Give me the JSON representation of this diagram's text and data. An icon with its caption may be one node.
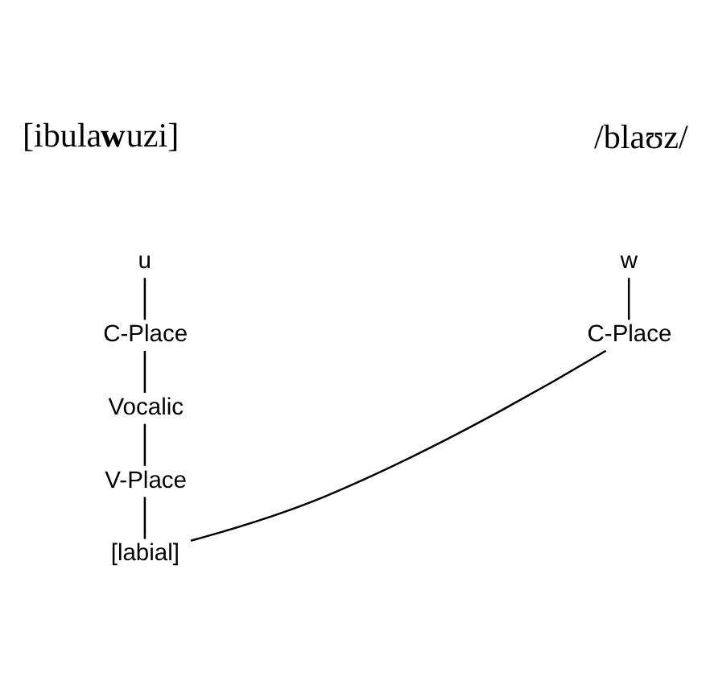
{
  "diagram": {
    "nodes": [
      {
        "text": [
          "w"
        ]
      },
      {
        "text": [
          "C-Place"
        ]
      },
      {
        "text": [
          "u"
        ]
      },
      {
        "text": [
          "C-Place"
        ]
      },
      {
        "text": [
          "Vocalic"
        ]
      },
      {
        "text": [
          "V-Place"
        ]
      },
      {
        "text": [
          "[labial]"
        ]
      }
    ],
    "edges": [
      {
        "from": 0,
        "to": 1,
        "arrow": "none"
      },
      {
        "from": 2,
        "to": 3,
        "arrow": "none"
      },
      {
        "from": 3,
        "to": 4,
        "arrow": "none"
      },
      {
        "from": 4,
        "to": 5,
        "arrow": "none"
      },
      {
        "from": 5,
        "to": 6,
        "arrow": "none"
      },
      {
        "from": 1,
        "to": 6,
        "arrow": "none"
      }
    ],
    "labels": [
      "/blaʊz/",
      "[ibula**w**uzi]"
    ]
  }
}
